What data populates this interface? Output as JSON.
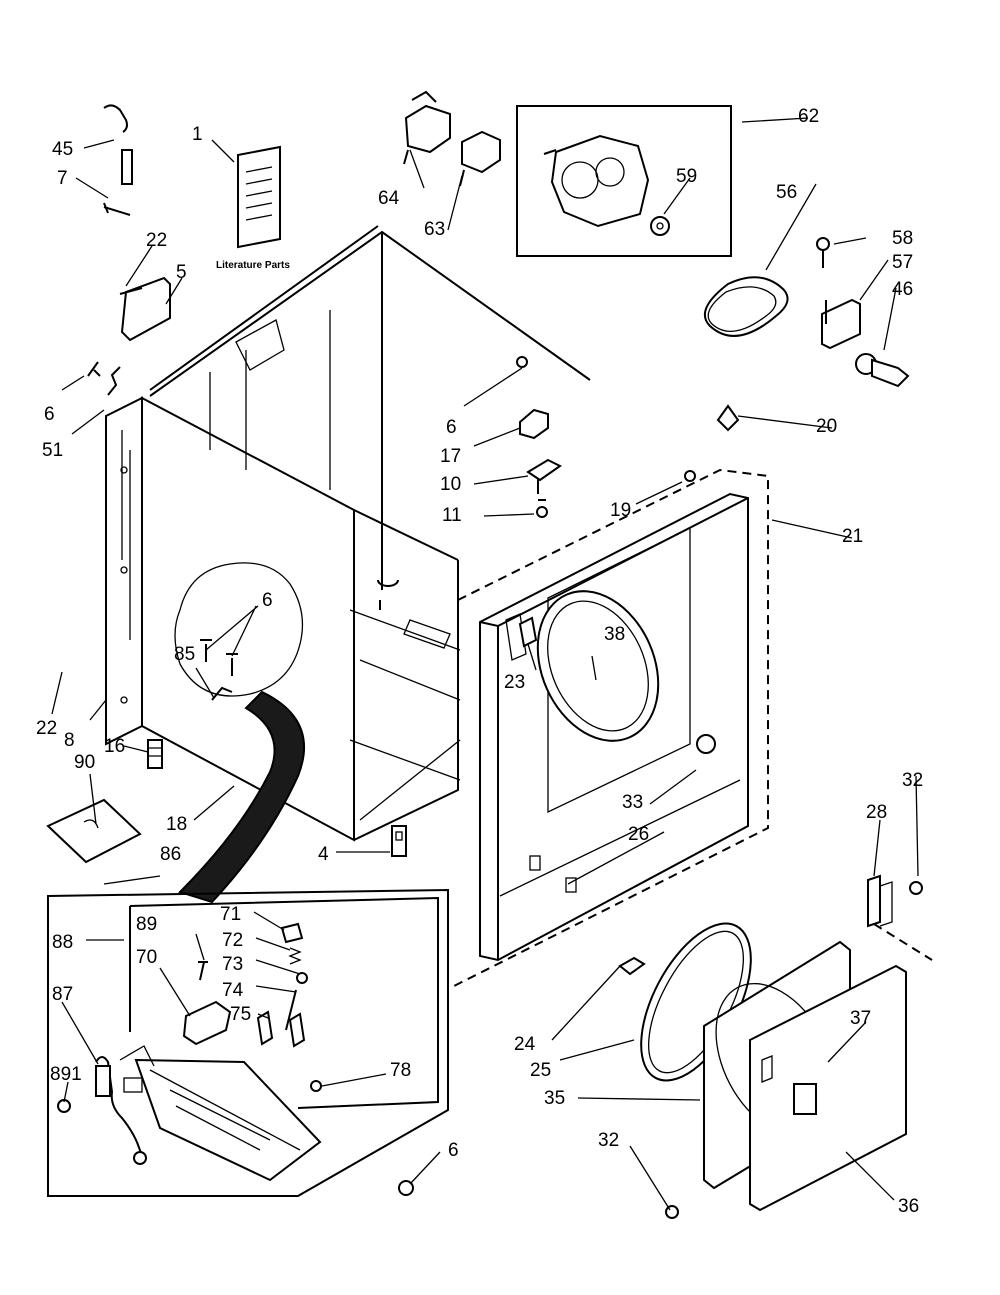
{
  "caption": "Literature Parts",
  "callouts": [
    {
      "id": "c1",
      "text": "1"
    },
    {
      "id": "c45",
      "text": "45"
    },
    {
      "id": "c7",
      "text": "7"
    },
    {
      "id": "c22a",
      "text": "22"
    },
    {
      "id": "c5",
      "text": "5"
    },
    {
      "id": "c6a",
      "text": "6"
    },
    {
      "id": "c51",
      "text": "51"
    },
    {
      "id": "c64",
      "text": "64"
    },
    {
      "id": "c63",
      "text": "63"
    },
    {
      "id": "c62",
      "text": "62"
    },
    {
      "id": "c59",
      "text": "59"
    },
    {
      "id": "c56",
      "text": "56"
    },
    {
      "id": "c58",
      "text": "58"
    },
    {
      "id": "c57",
      "text": "57"
    },
    {
      "id": "c46",
      "text": "46"
    },
    {
      "id": "c20",
      "text": "20"
    },
    {
      "id": "c6b",
      "text": "6"
    },
    {
      "id": "c17",
      "text": "17"
    },
    {
      "id": "c10",
      "text": "10"
    },
    {
      "id": "c11",
      "text": "11"
    },
    {
      "id": "c19",
      "text": "19"
    },
    {
      "id": "c21",
      "text": "21"
    },
    {
      "id": "c6c",
      "text": "6"
    },
    {
      "id": "c85",
      "text": "85"
    },
    {
      "id": "c23",
      "text": "23"
    },
    {
      "id": "c38",
      "text": "38"
    },
    {
      "id": "c22b",
      "text": "22"
    },
    {
      "id": "c8",
      "text": "8"
    },
    {
      "id": "c16",
      "text": "16"
    },
    {
      "id": "c90",
      "text": "90"
    },
    {
      "id": "c18",
      "text": "18"
    },
    {
      "id": "c33",
      "text": "33"
    },
    {
      "id": "c26",
      "text": "26"
    },
    {
      "id": "c32a",
      "text": "32"
    },
    {
      "id": "c28",
      "text": "28"
    },
    {
      "id": "c4",
      "text": "4"
    },
    {
      "id": "c86",
      "text": "86"
    },
    {
      "id": "c88",
      "text": "88"
    },
    {
      "id": "c89",
      "text": "89"
    },
    {
      "id": "c71",
      "text": "71"
    },
    {
      "id": "c72",
      "text": "72"
    },
    {
      "id": "c70",
      "text": "70"
    },
    {
      "id": "c73",
      "text": "73"
    },
    {
      "id": "c74",
      "text": "74"
    },
    {
      "id": "c87",
      "text": "87"
    },
    {
      "id": "c75",
      "text": "75"
    },
    {
      "id": "c891",
      "text": "891"
    },
    {
      "id": "c78",
      "text": "78"
    },
    {
      "id": "c6d",
      "text": "6"
    },
    {
      "id": "c24",
      "text": "24"
    },
    {
      "id": "c25",
      "text": "25"
    },
    {
      "id": "c37",
      "text": "37"
    },
    {
      "id": "c35",
      "text": "35"
    },
    {
      "id": "c32b",
      "text": "32"
    },
    {
      "id": "c36",
      "text": "36"
    }
  ]
}
